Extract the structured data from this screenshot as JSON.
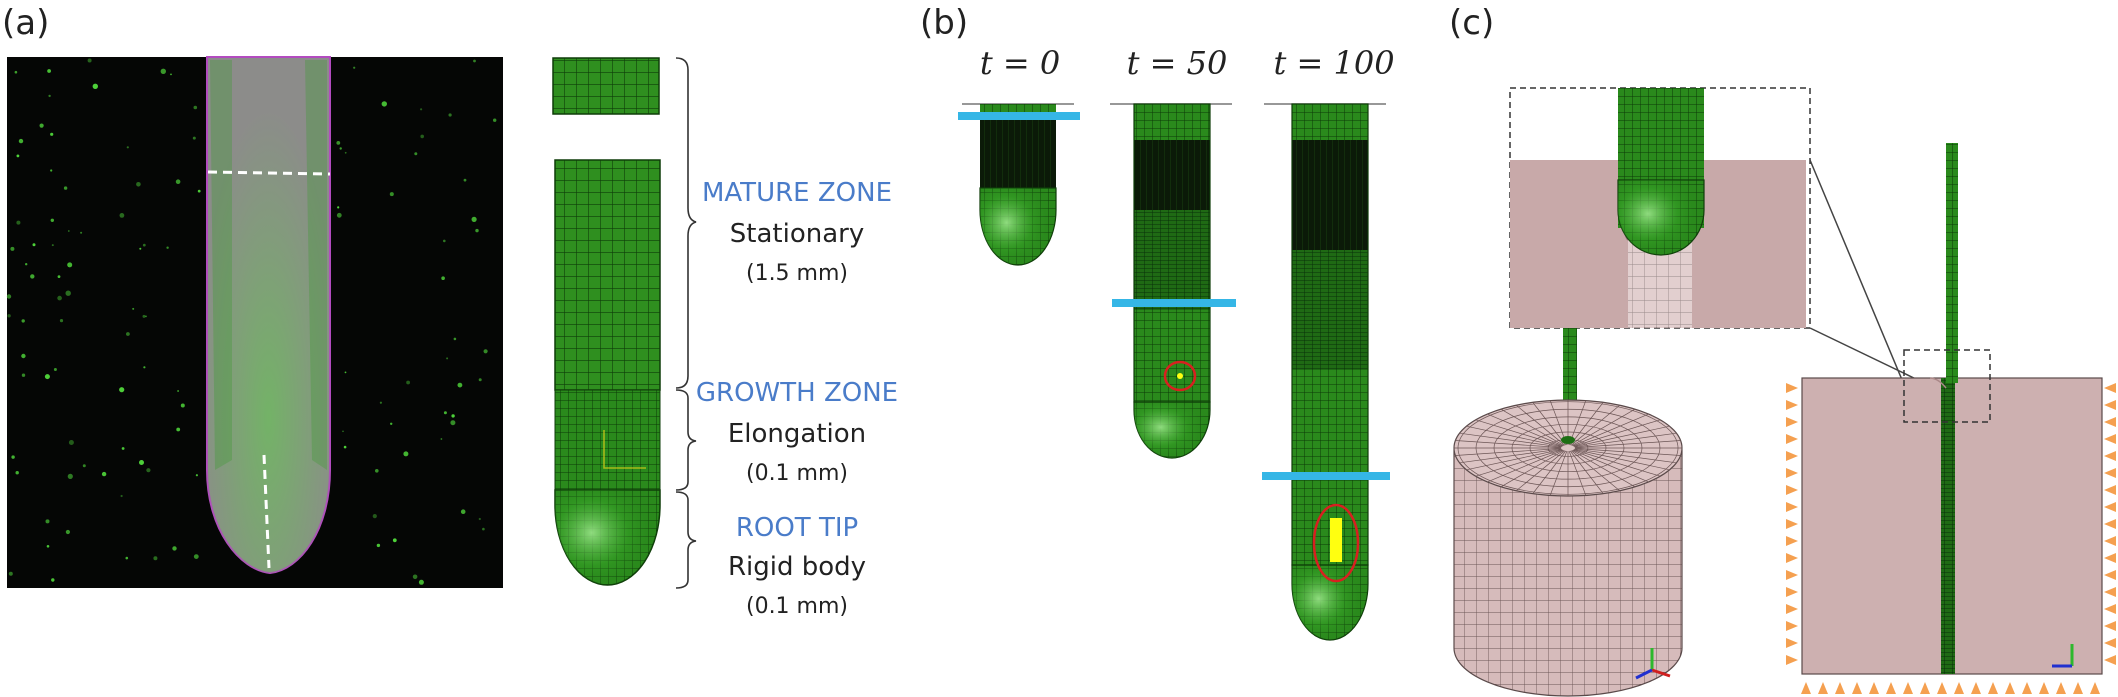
{
  "panels": {
    "a": {
      "label": "(a)",
      "zones": [
        {
          "title": "MATURE ZONE",
          "description": "Stationary",
          "length": "(1.5 mm)"
        },
        {
          "title": "GROWTH ZONE",
          "description": "Elongation",
          "length": "(0.1 mm)"
        },
        {
          "title": "ROOT TIP",
          "description": "Rigid body",
          "length": "(0.1 mm)"
        }
      ]
    },
    "b": {
      "label": "(b)",
      "time_labels": [
        "t = 0",
        "t = 50",
        "t = 100"
      ]
    },
    "c": {
      "label": "(c)"
    }
  },
  "colors": {
    "mesh_green": "#2e8b1e",
    "mesh_line": "#0d3d08",
    "soil_pink": "#cdb0b0",
    "marker_blue": "#35b6e6",
    "highlight_red": "#d82020",
    "highlight_yellow": "#ffff10",
    "zone_title_blue": "#4a7cc9",
    "boundary_orange": "#f5a050"
  }
}
